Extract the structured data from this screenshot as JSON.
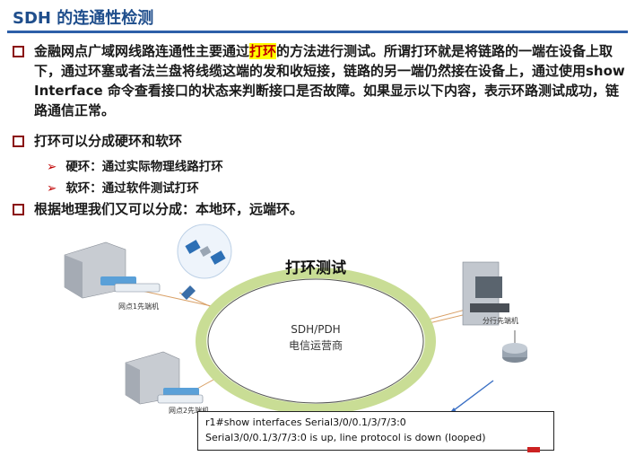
{
  "title": "SDH 的连通性检测",
  "bullets": {
    "b1_pre": "金融网点广域网线路连通性主要通过",
    "b1_hl": "打环",
    "b1_post": "的方法进行测试。所谓打环就是将链路的一端在设备上取下，通过环塞或者法兰盘将线缆这端的发和收短接，链路的另一端仍然接在设备上，通过使用show Interface 命令查看接口的状态来判断接口是否故障。如果显示以下内容，表示环路测试成功，链路通信正常。",
    "b2": "打环可以分成硬环和软环",
    "sub1": "硬环：通过实际物理线路打环",
    "sub2": "软环：通过软件测试打环",
    "b3": "根据地理我们又可以分成：本地环，远端环。"
  },
  "diagram": {
    "title": "打环测试",
    "ring_line1": "SDH/PDH",
    "ring_line2": "电信运营商",
    "node1": "网点1先端机",
    "node2": "网点2先端机",
    "node3": "分行先端机"
  },
  "console": {
    "line1": "r1#show interfaces Serial3/0/0.1/3/7/3:0",
    "line2": "Serial3/0/0.1/3/7/3:0 is up, line protocol is down (looped)"
  }
}
